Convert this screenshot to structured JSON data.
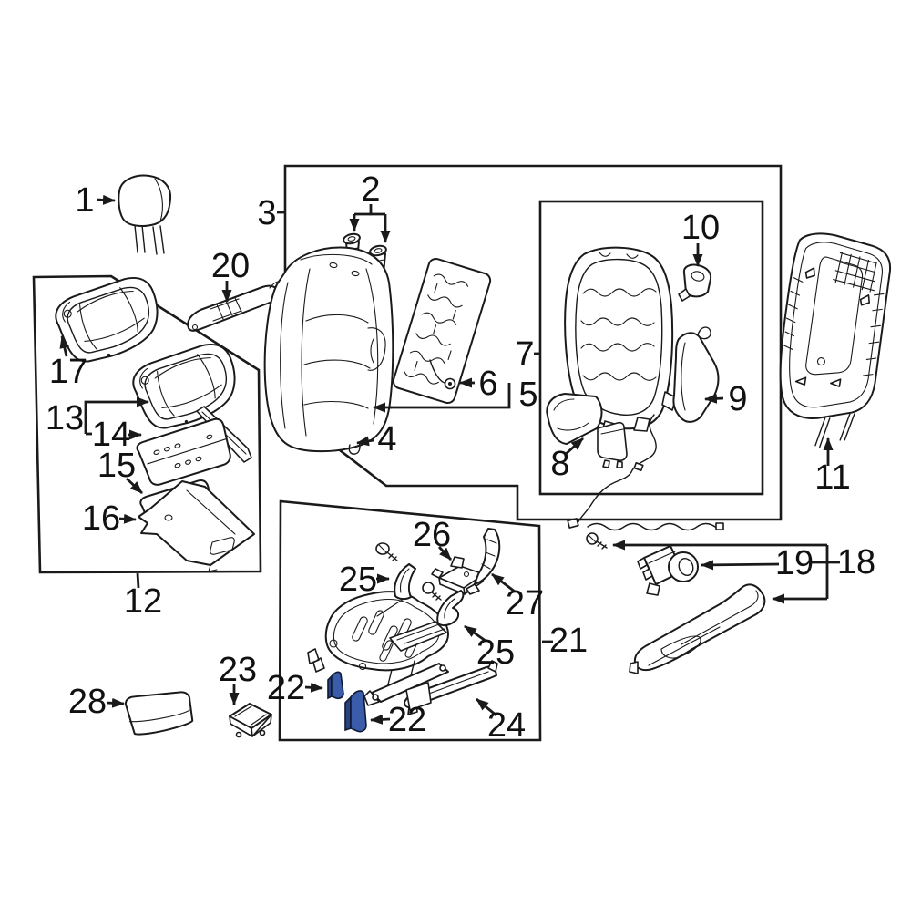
{
  "diagram": {
    "background": "#ffffff",
    "line_color": "#1a1a1a",
    "highlight_color": "#3a5cab",
    "highlight_shade": "#26427f",
    "callouts": [
      {
        "id": "1",
        "label": "1"
      },
      {
        "id": "2",
        "label": "2"
      },
      {
        "id": "3",
        "label": "3"
      },
      {
        "id": "4",
        "label": "4"
      },
      {
        "id": "5",
        "label": "5"
      },
      {
        "id": "6",
        "label": "6"
      },
      {
        "id": "7",
        "label": "7"
      },
      {
        "id": "8",
        "label": "8"
      },
      {
        "id": "9",
        "label": "9"
      },
      {
        "id": "10",
        "label": "10"
      },
      {
        "id": "11",
        "label": "11"
      },
      {
        "id": "12",
        "label": "12"
      },
      {
        "id": "13",
        "label": "13"
      },
      {
        "id": "14",
        "label": "14"
      },
      {
        "id": "15",
        "label": "15"
      },
      {
        "id": "16",
        "label": "16"
      },
      {
        "id": "17",
        "label": "17"
      },
      {
        "id": "18",
        "label": "18"
      },
      {
        "id": "19",
        "label": "19"
      },
      {
        "id": "20",
        "label": "20"
      },
      {
        "id": "21",
        "label": "21"
      },
      {
        "id": "22a",
        "label": "22"
      },
      {
        "id": "22b",
        "label": "22"
      },
      {
        "id": "23",
        "label": "23"
      },
      {
        "id": "24",
        "label": "24"
      },
      {
        "id": "25a",
        "label": "25"
      },
      {
        "id": "25b",
        "label": "25"
      },
      {
        "id": "26",
        "label": "26"
      },
      {
        "id": "27",
        "label": "27"
      },
      {
        "id": "28",
        "label": "28"
      }
    ]
  }
}
